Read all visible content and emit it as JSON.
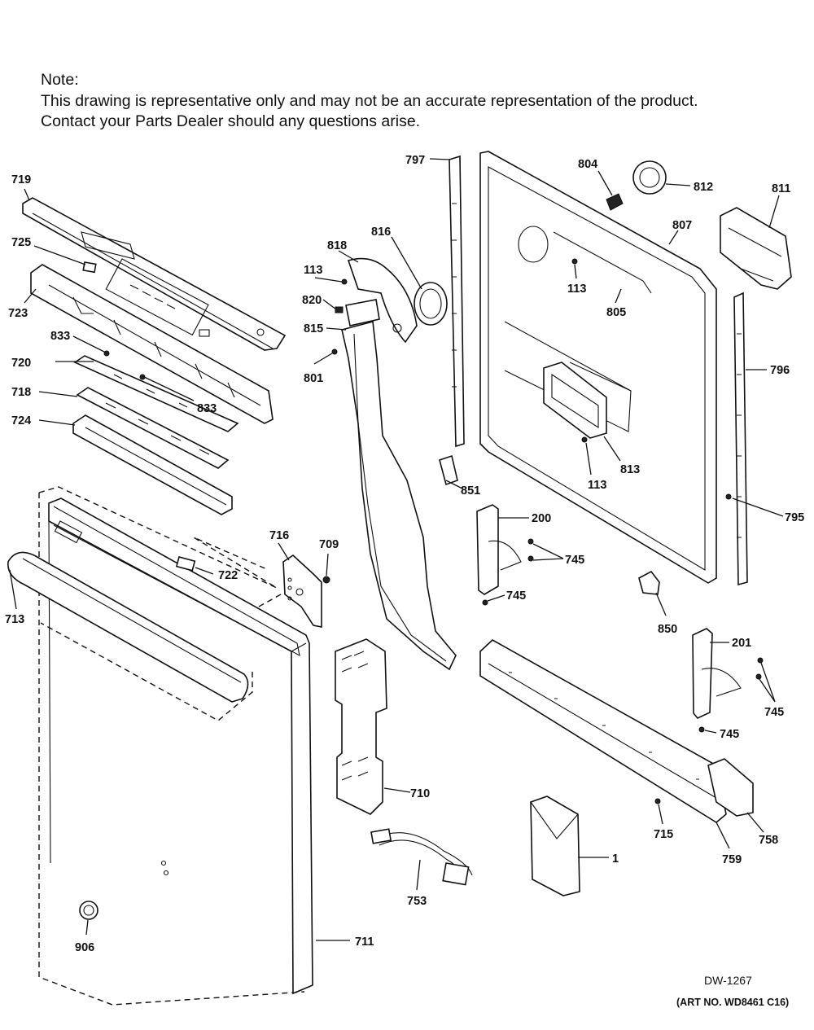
{
  "note": {
    "title": "Note:",
    "line1": "This drawing is representative only and may not be an accurate representation of the product.",
    "line2": "Contact your Parts Dealer should any questions arise."
  },
  "drawing_number": "DW-1267",
  "art_number": "(ART NO. WD8461 C16)",
  "callouts": [
    {
      "id": "c719",
      "text": "719"
    },
    {
      "id": "c725",
      "text": "725"
    },
    {
      "id": "c723",
      "text": "723"
    },
    {
      "id": "c833a",
      "text": "833"
    },
    {
      "id": "c720",
      "text": "720"
    },
    {
      "id": "c833b",
      "text": "833"
    },
    {
      "id": "c718",
      "text": "718"
    },
    {
      "id": "c724",
      "text": "724"
    },
    {
      "id": "c713",
      "text": "713"
    },
    {
      "id": "c722",
      "text": "722"
    },
    {
      "id": "c716",
      "text": "716"
    },
    {
      "id": "c709",
      "text": "709"
    },
    {
      "id": "c906",
      "text": "906"
    },
    {
      "id": "c711",
      "text": "711"
    },
    {
      "id": "c113a",
      "text": "113"
    },
    {
      "id": "c818",
      "text": "818"
    },
    {
      "id": "c816",
      "text": "816"
    },
    {
      "id": "c820",
      "text": "820"
    },
    {
      "id": "c815",
      "text": "815"
    },
    {
      "id": "c801",
      "text": "801"
    },
    {
      "id": "c797",
      "text": "797"
    },
    {
      "id": "c804",
      "text": "804"
    },
    {
      "id": "c812",
      "text": "812"
    },
    {
      "id": "c811",
      "text": "811"
    },
    {
      "id": "c807",
      "text": "807"
    },
    {
      "id": "c113b",
      "text": "113"
    },
    {
      "id": "c805",
      "text": "805"
    },
    {
      "id": "c796",
      "text": "796"
    },
    {
      "id": "c813",
      "text": "813"
    },
    {
      "id": "c113c",
      "text": "113"
    },
    {
      "id": "c851",
      "text": "851"
    },
    {
      "id": "c795",
      "text": "795"
    },
    {
      "id": "c200",
      "text": "200"
    },
    {
      "id": "c745a",
      "text": "745"
    },
    {
      "id": "c745b",
      "text": "745"
    },
    {
      "id": "c850",
      "text": "850"
    },
    {
      "id": "c201",
      "text": "201"
    },
    {
      "id": "c745c",
      "text": "745"
    },
    {
      "id": "c745d",
      "text": "745"
    },
    {
      "id": "c710",
      "text": "710"
    },
    {
      "id": "c715",
      "text": "715"
    },
    {
      "id": "c758",
      "text": "758"
    },
    {
      "id": "c759",
      "text": "759"
    },
    {
      "id": "c1",
      "text": "1"
    },
    {
      "id": "c753",
      "text": "753"
    }
  ],
  "colors": {
    "line": "#111111",
    "background": "#ffffff"
  }
}
